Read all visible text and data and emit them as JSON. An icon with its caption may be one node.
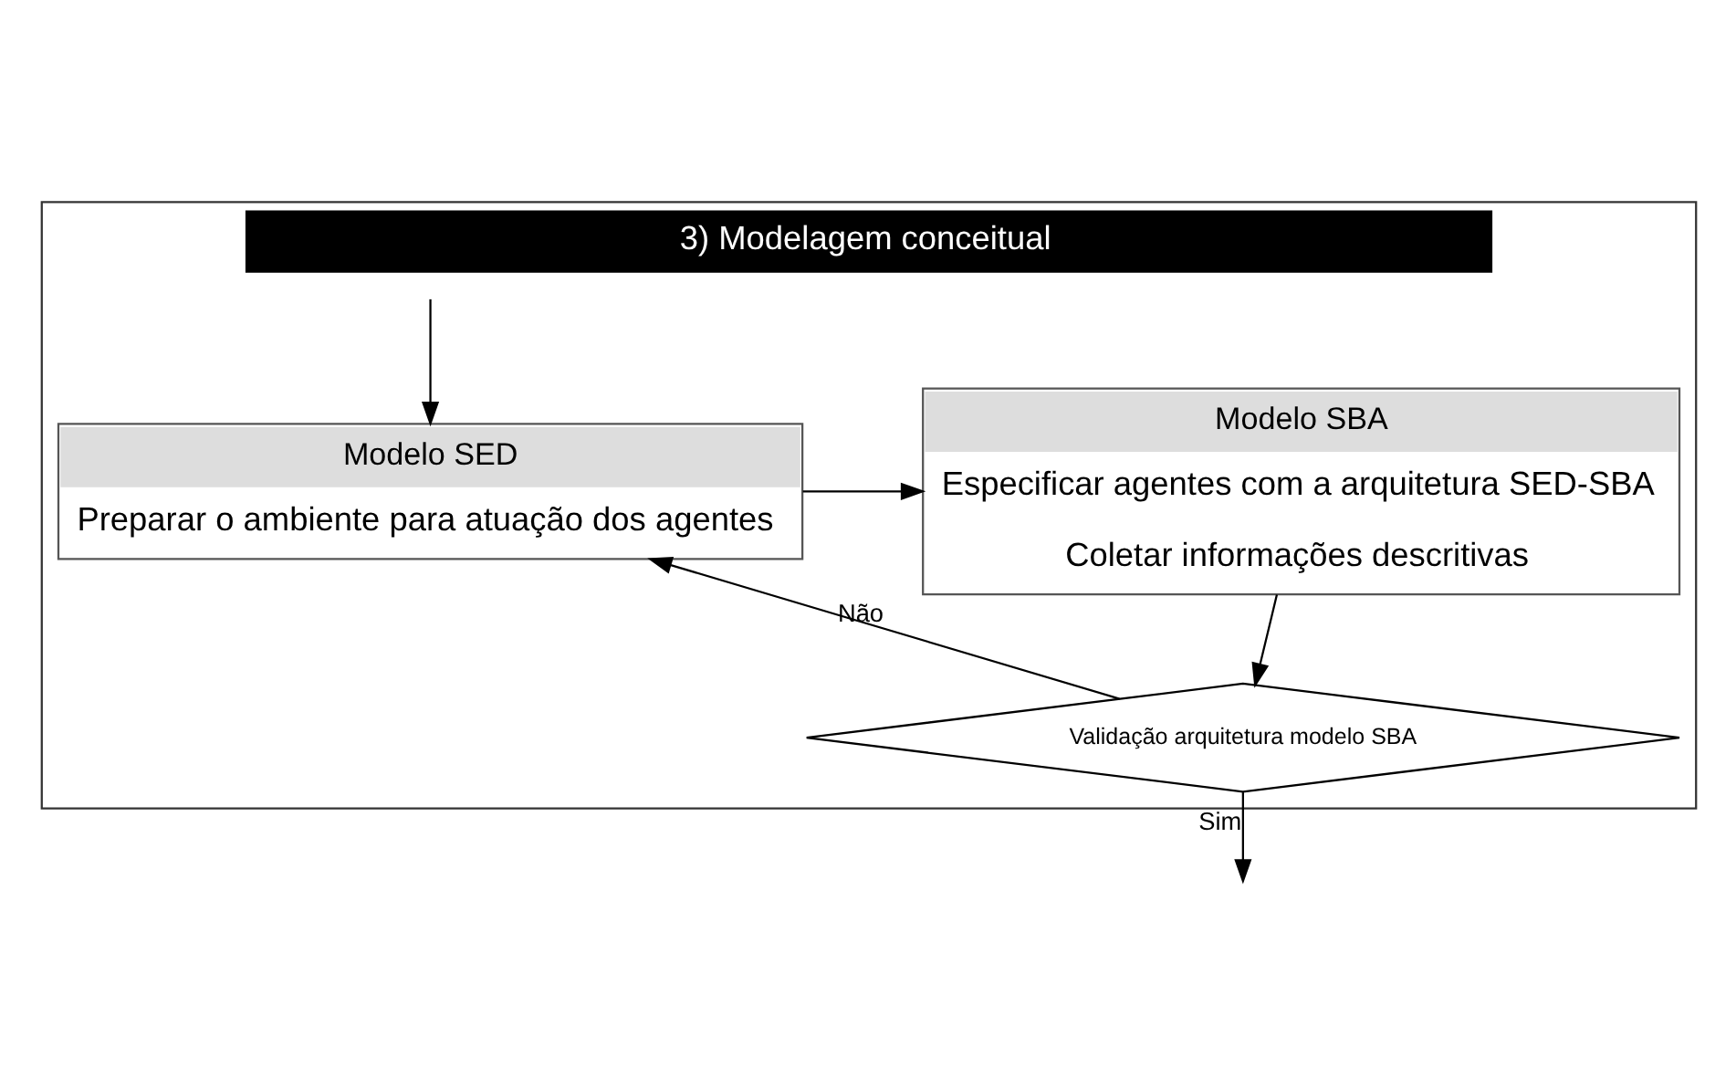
{
  "diagram": {
    "nodes": [
      {
        "text": [
          "3) Modelagem conceitual"
        ]
      },
      {
        "text": [
          "Modelo SED",
          "Preparar o ambiente para atuação dos agentes"
        ],
        "in": 0
      },
      {
        "text": [
          "Modelo SBA",
          "Especificar agentes com a arquitetura SED-SBA",
          "Coletar informações descritivas"
        ],
        "in": 0
      },
      {
        "text": [
          "Validação arquitetura modelo SBA"
        ],
        "in": 0
      }
    ],
    "edges": [
      {
        "from": null,
        "to": 1,
        "arrow": "to"
      },
      {
        "from": 1,
        "to": 2,
        "arrow": "to"
      },
      {
        "from": 2,
        "to": 3,
        "arrow": "to"
      },
      {
        "from": 3,
        "to": 1,
        "label": "Não",
        "arrow": "to"
      },
      {
        "from": 3,
        "to": null,
        "label": "Sim",
        "arrow": "to"
      }
    ]
  }
}
